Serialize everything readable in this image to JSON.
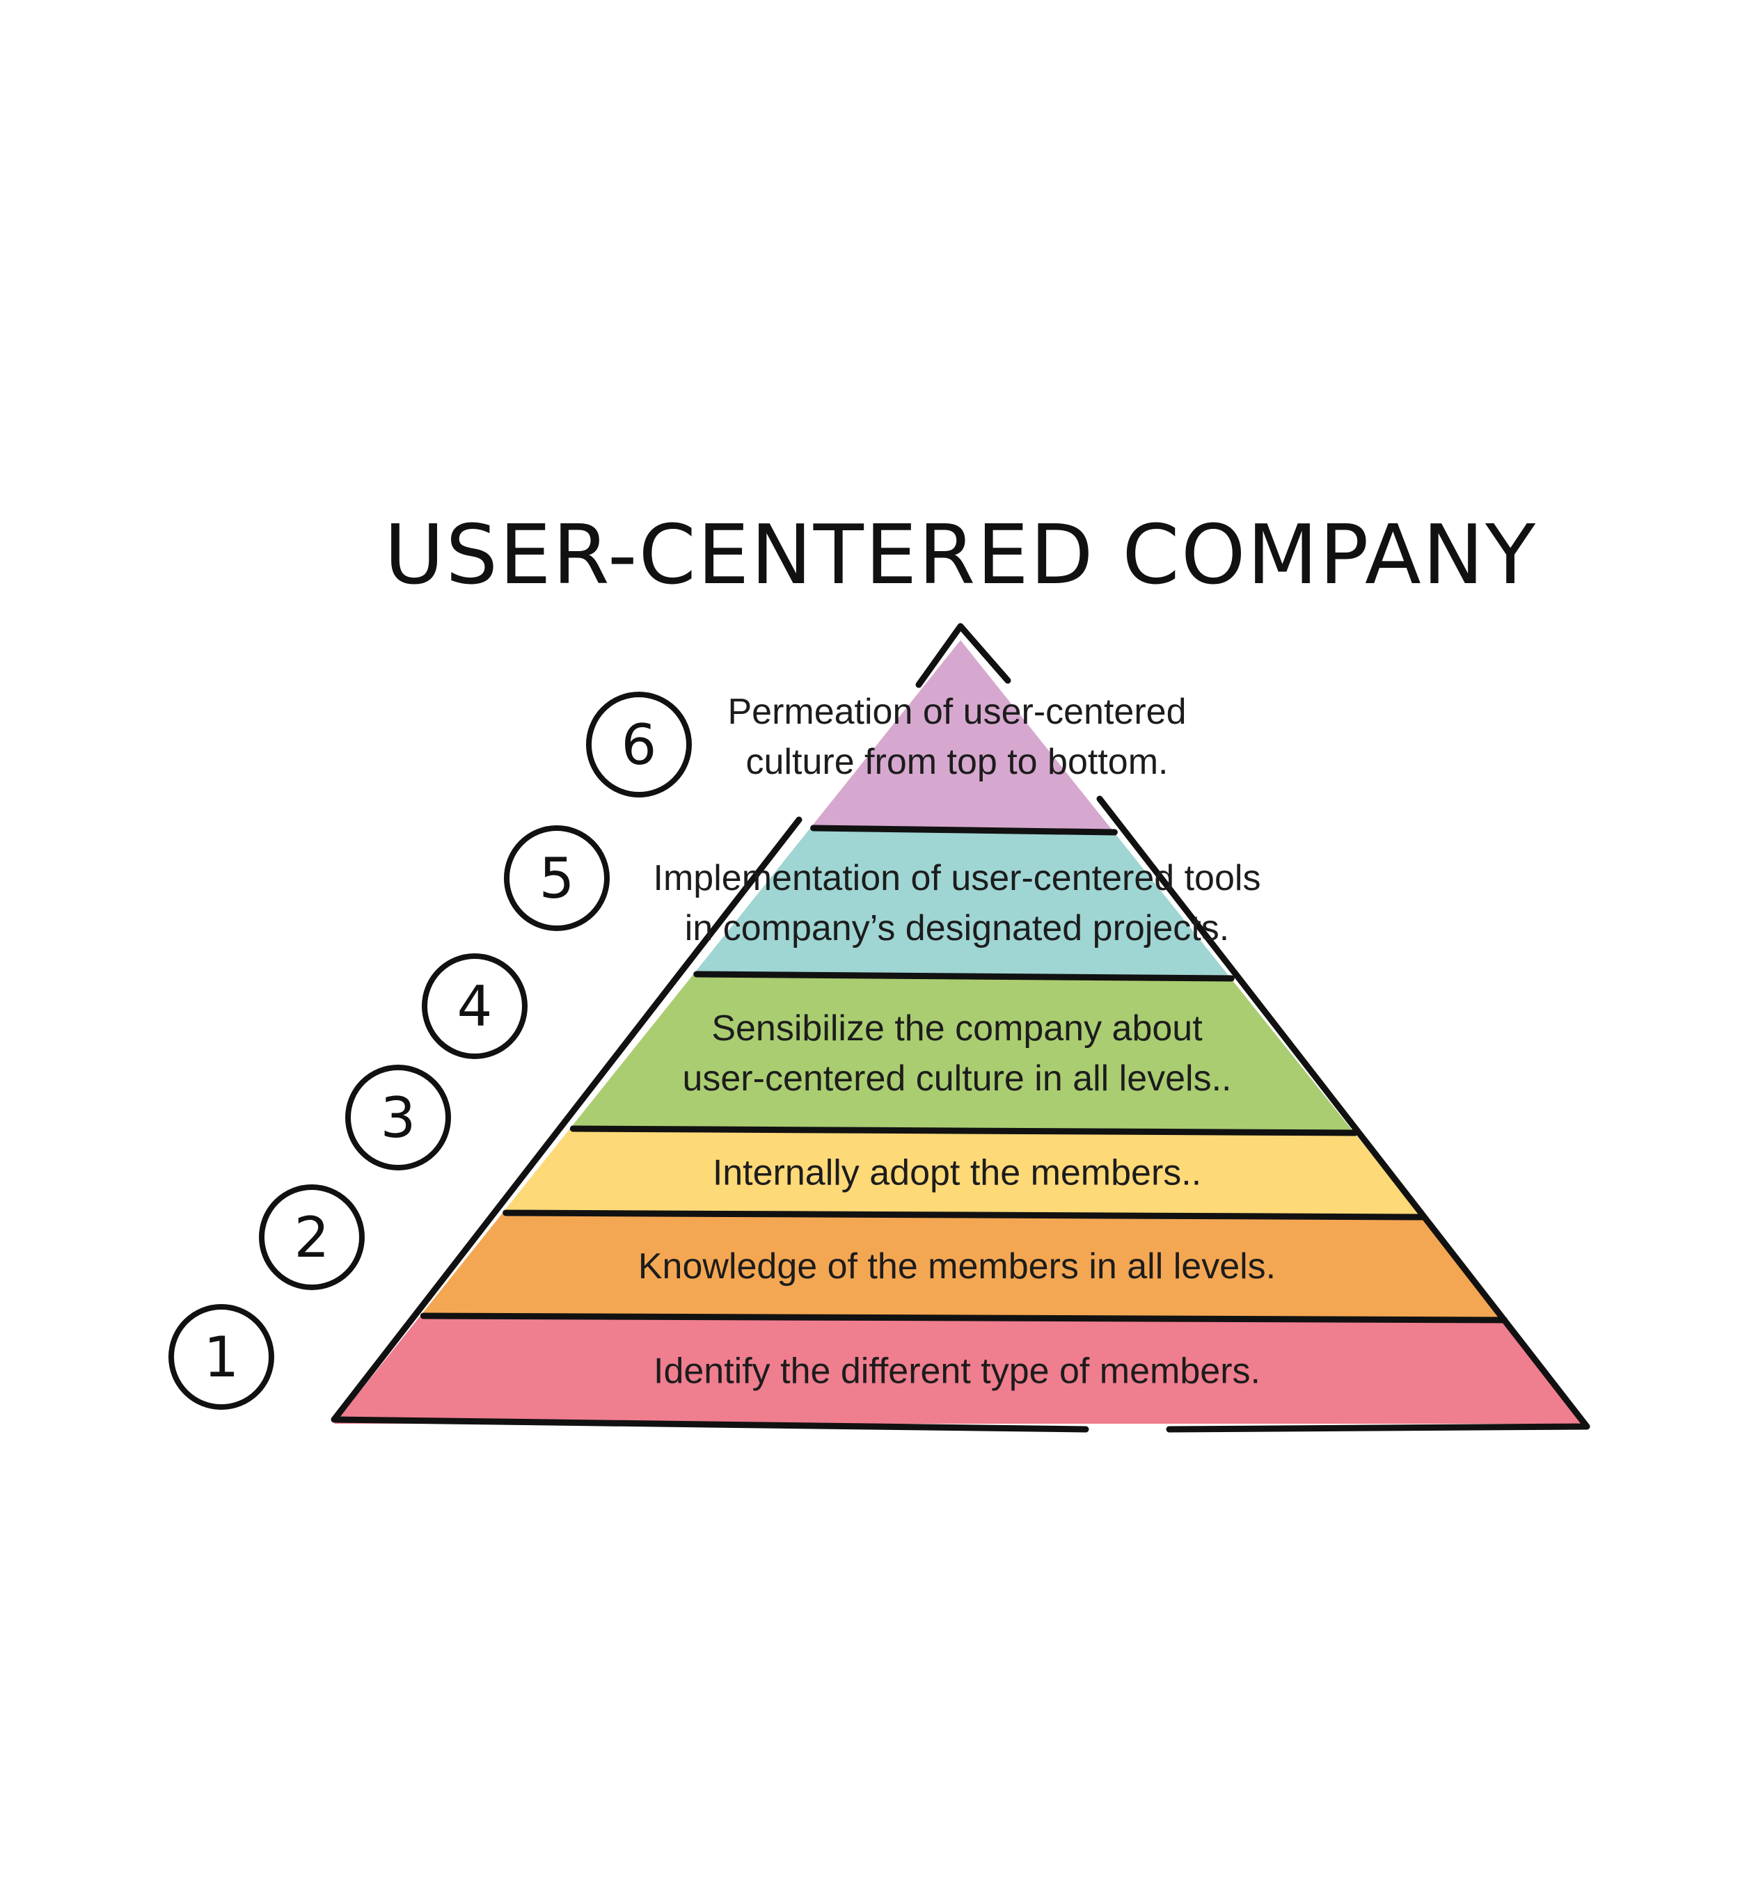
{
  "title": "USER-CENTERED COMPANY",
  "layers": [
    {
      "number": "6",
      "lines": [
        "Permeation of user-centered",
        "culture from top to bottom."
      ],
      "color": "#d6a8cf"
    },
    {
      "number": "5",
      "lines": [
        "Implementation of user-centered tools",
        "in company’s designated projects."
      ],
      "color": "#9fd5d3"
    },
    {
      "number": "4",
      "lines": [
        "Sensibilize the company about",
        "user-centered culture in all levels.."
      ],
      "color": "#aacd71"
    },
    {
      "number": "3",
      "lines": [
        "Internally adopt the members.."
      ],
      "color": "#fdd978"
    },
    {
      "number": "2",
      "lines": [
        "Knowledge of the members in all levels."
      ],
      "color": "#f4a753"
    },
    {
      "number": "1",
      "lines": [
        "Identify the different type of members."
      ],
      "color": "#ef7e8f"
    }
  ]
}
